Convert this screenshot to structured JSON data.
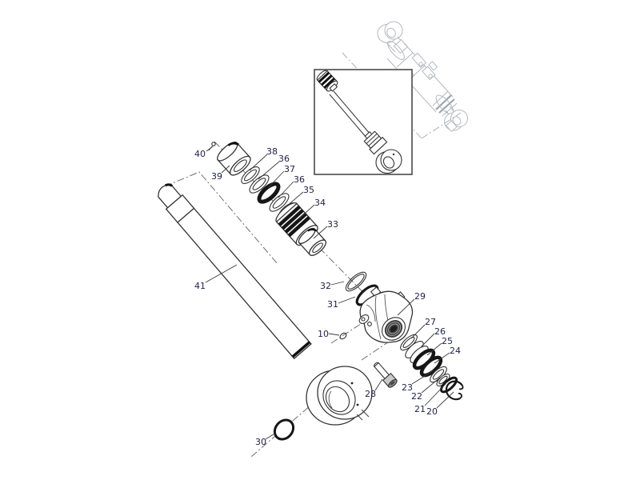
{
  "diagram": {
    "type": "exploded-parts-diagram",
    "subject": "hydraulic-cylinder-assembly",
    "callouts": [
      "40",
      "39",
      "38",
      "36",
      "37",
      "36",
      "35",
      "34",
      "33",
      "41",
      "32",
      "31",
      "10",
      "29",
      "27",
      "26",
      "25",
      "24",
      "28",
      "23",
      "22",
      "21",
      "20",
      "30"
    ],
    "colors": {
      "background": "#ffffff",
      "line": "#333333",
      "seal_dark": "#161616",
      "label": "#22224a",
      "faded_assembly": "#b4b8c1",
      "centerline": "#6f6f6f",
      "inset_border": "#4a4a4a"
    }
  }
}
